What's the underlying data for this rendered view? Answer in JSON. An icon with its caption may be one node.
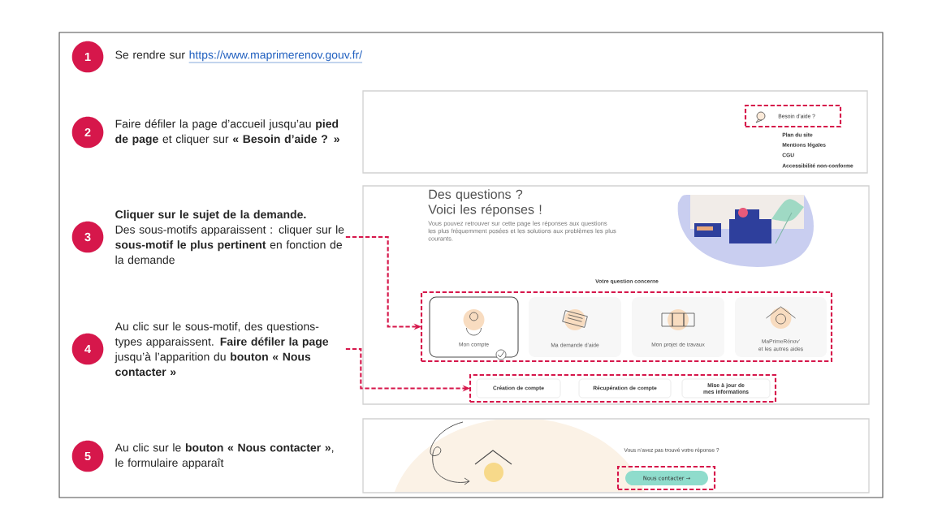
{
  "diagram": {
    "nodes": [
      {
        "text": [
          "1"
        ]
      },
      {
        "text": [
          "Se rendre sur",
          "https://www.maprimerenov.gouv.fr/"
        ]
      },
      {
        "text": [
          "2"
        ]
      },
      {
        "text": [
          "Faire défiler la page d’accueil jusqu’au **pied de page** et cliquer sur **« Besoin d’aide ? »**"
        ]
      },
      {
        "text": [
          "3"
        ]
      },
      {
        "text": [
          "Cliquer sur le sujet de la demande.",
          "Des sous-motifs apparaissent : cliquer sur le **sous-motif le plus pertinent** en fonction de la demande"
        ]
      },
      {
        "text": [
          "4"
        ]
      },
      {
        "text": [
          "Au clic sur le sous-motif, des questions-types apparaissent. **Faire défiler la page** jusqu’à l’apparition du **bouton « Nous contacter »**"
        ]
      },
      {
        "text": [
          "5"
        ]
      },
      {
        "text": [
          "Au clic sur le **bouton « Nous contacter »**, le formulaire apparaît"
        ]
      },
      {
        "text": [
          "Plan du site",
          "Mentions légales",
          "CGU",
          "Accessibilité non-conforme"
        ]
      },
      {
        "text": [
          "Besoin d’aide ?"
        ],
        "in": 10
      },
      {
        "text": [
          "Des questions ? Voici les réponses !",
          "Vous pouvez retrouver sur cette page les réponses aux questions les plus fréquemment posées et les solutions aux problèmes les plus courants.",
          "Votre question concerne"
        ]
      },
      {
        "text": [],
        "shape": "box",
        "in": 12
      },
      {
        "text": [
          "Mon compte"
        ],
        "in": 13
      },
      {
        "text": [
          "Ma demande d’aide"
        ],
        "in": 13
      },
      {
        "text": [
          "Mon projet de travaux"
        ],
        "in": 13
      },
      {
        "text": [
          "MaPrimeRénov’ et les autres aides"
        ],
        "in": 13
      },
      {
        "text": [],
        "shape": "box",
        "in": 12
      },
      {
        "text": [
          "Création de compte"
        ],
        "in": 18
      },
      {
        "text": [
          "Récupération de compte"
        ],
        "in": 18
      },
      {
        "text": [
          "Mise à jour de mes informations"
        ],
        "in": 18
      },
      {
        "text": [
          "Vous n’avez pas trouvé votre réponse ?"
        ]
      },
      {
        "text": [],
        "shape": "box",
        "in": 22
      },
      {
        "text": [
          "Nous contacter →"
        ],
        "in": 23
      }
    ],
    "edges": [
      {
        "from": 5,
        "to": 13,
        "arrow": "to",
        "style": "dashed"
      },
      {
        "from": 7,
        "to": 18,
        "arrow": "to",
        "style": "dashed"
      }
    ]
  }
}
